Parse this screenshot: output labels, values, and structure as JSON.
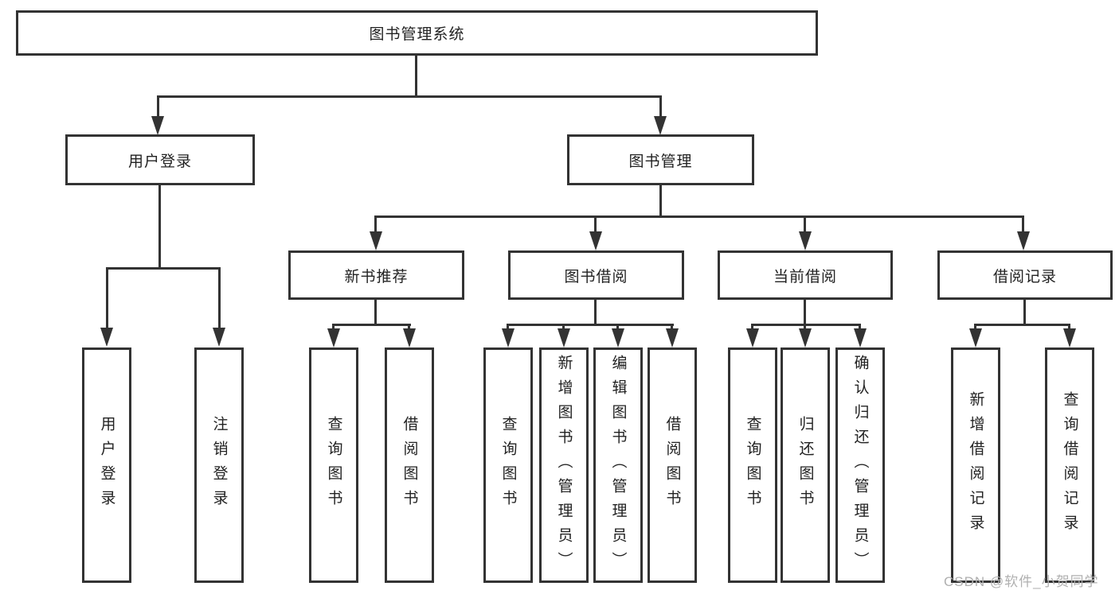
{
  "diagram_type": "hierarchy-tree",
  "colors": {
    "line": "#333333",
    "text": "#222222",
    "background": "#ffffff",
    "watermark": "#b0b0b0"
  },
  "tree": {
    "root": {
      "label": "图书管理系统"
    },
    "children": [
      {
        "label": "用户登录",
        "children": [
          {
            "label": "用户登录"
          },
          {
            "label": "注销登录"
          }
        ]
      },
      {
        "label": "图书管理",
        "children": [
          {
            "label": "新书推荐",
            "children": [
              {
                "label": "查询图书"
              },
              {
                "label": "借阅图书"
              }
            ]
          },
          {
            "label": "图书借阅",
            "children": [
              {
                "label": "查询图书"
              },
              {
                "label": "新增图书（管理员）"
              },
              {
                "label": "编辑图书（管理员）"
              },
              {
                "label": "借阅图书"
              }
            ]
          },
          {
            "label": "当前借阅",
            "children": [
              {
                "label": "查询图书"
              },
              {
                "label": "归还图书"
              },
              {
                "label": "确认归还（管理员）"
              }
            ]
          },
          {
            "label": "借阅记录",
            "children": [
              {
                "label": "新增借阅记录"
              },
              {
                "label": "查询借阅记录"
              }
            ]
          }
        ]
      }
    ]
  },
  "watermark": {
    "text": "CSDN @软件_小贺同学"
  }
}
